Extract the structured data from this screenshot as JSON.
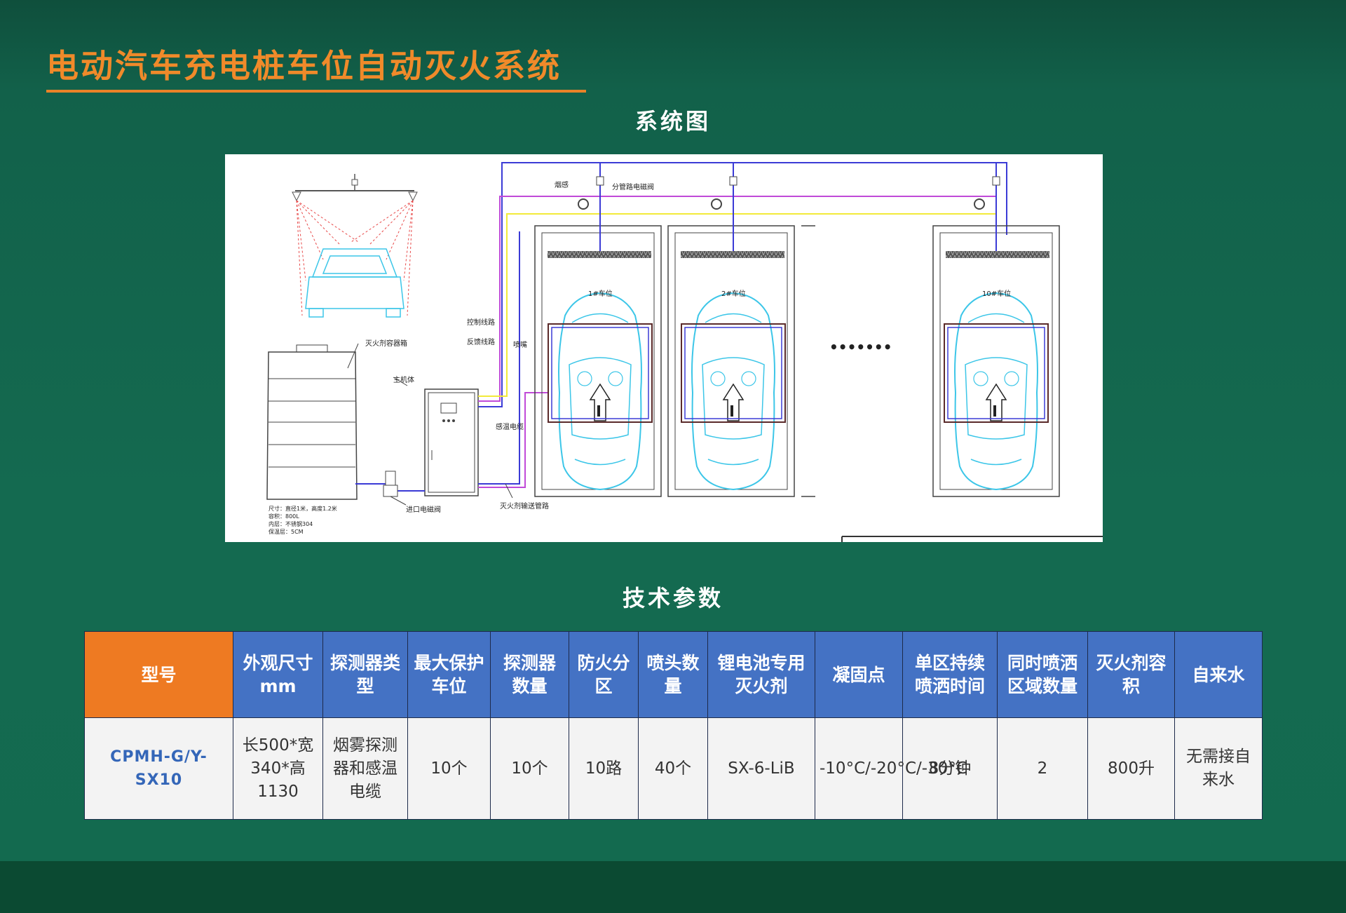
{
  "page": {
    "title": "电动汽车充电桩车位自动灭火系统",
    "diagram_heading": "系统图",
    "params_heading": "技术参数"
  },
  "diagram": {
    "labels": {
      "container": "灭火剂容器箱",
      "host": "主机体",
      "inlet_valve": "进口电磁阀",
      "control_line": "控制线路",
      "feedback_line": "反馈线路",
      "nozzle": "喷嘴",
      "heat_cable": "感温电缆",
      "pipeline": "灭火剂输送管路",
      "smoke": "烟感",
      "branch_valve": "分管路电磁阀",
      "bay1": "1#车位",
      "bay2": "2#车位",
      "bay10": "10#车位",
      "ellipsis": "•••••••",
      "spec1": "尺寸：直径1米，高度1.2米",
      "spec2": "容积：800L",
      "spec3": "内层：不锈钢304",
      "spec4": "保温层：5CM"
    }
  },
  "table": {
    "headers": [
      "型号",
      "外观尺寸mm",
      "探测器类型",
      "最大保护车位",
      "探测器数量",
      "防火分区",
      "喷头数量",
      "锂电池专用灭火剂",
      "凝固点",
      "单区持续喷洒时间",
      "同时喷洒区域数量",
      "灭火剂容积",
      "自来水"
    ],
    "row": [
      "CPMH-G/Y-SX10",
      "长500*宽340*高1130",
      "烟雾探测器和感温电缆",
      "10个",
      "10个",
      "10路",
      "40个",
      "SX-6-LiB",
      "-10°C/-20°C/-30°C",
      "8分钟",
      "2",
      "800升",
      "无需接自来水"
    ]
  },
  "colors": {
    "accent_orange": "#f08a2a",
    "header_blue": "#4472c4",
    "model_header_orange": "#ee7a22",
    "model_text_blue": "#3466b8",
    "background_green": "#146a50"
  }
}
